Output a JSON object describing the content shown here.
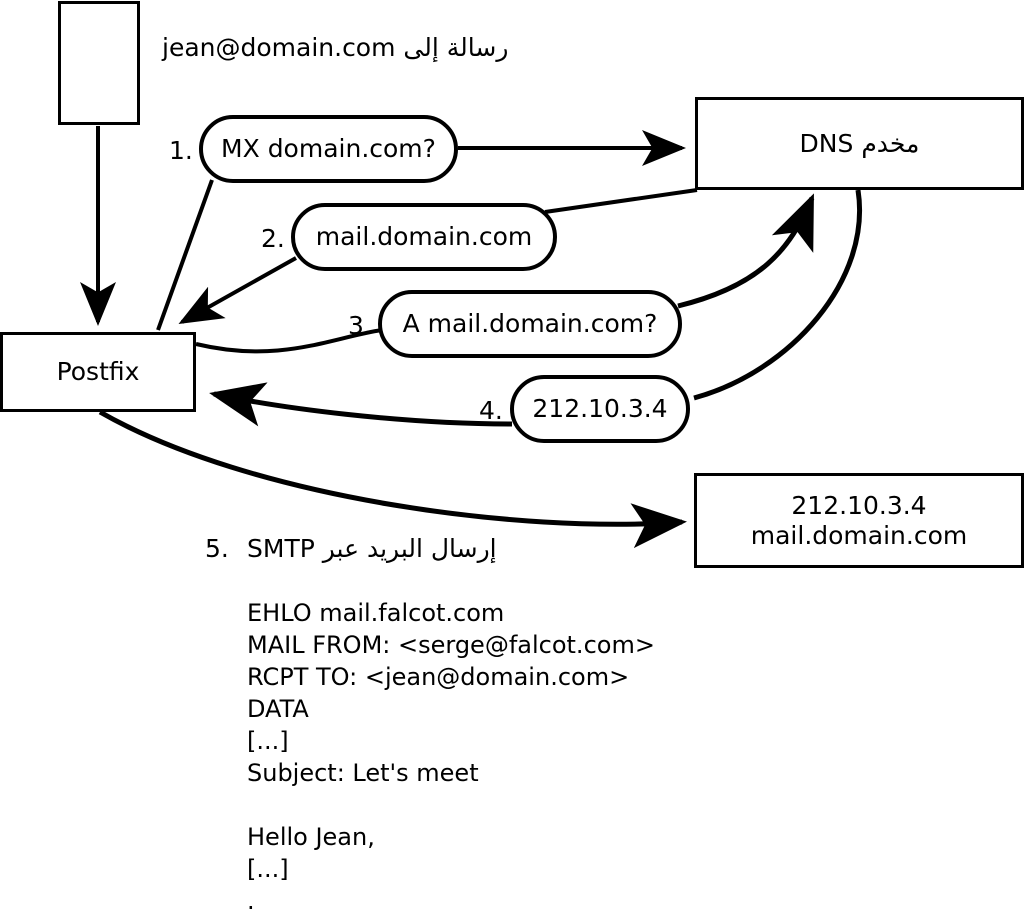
{
  "diagram": {
    "title_text": "رسالة إلى jean@domain.com",
    "nodes": {
      "client_box": {
        "label": ""
      },
      "postfix_box": {
        "label": "Postfix"
      },
      "dns_box": {
        "label": "مخدم DNS"
      },
      "target_box": {
        "line1": "212.10.3.4",
        "line2": "mail.domain.com"
      }
    },
    "steps": [
      {
        "number": "1.",
        "text": "MX domain.com?"
      },
      {
        "number": "2.",
        "text": "mail.domain.com"
      },
      {
        "number": "3.",
        "text": "A mail.domain.com?"
      },
      {
        "number": "4.",
        "text": "212.10.3.4"
      }
    ],
    "step5": {
      "number": "5.",
      "text": "إرسال البريد عبر SMTP"
    },
    "smtp_transcript": [
      "EHLO mail.falcot.com",
      "MAIL FROM: <serge@falcot.com>",
      "RCPT TO: <jean@domain.com>",
      "DATA",
      "[...]",
      "Subject: Let's meet",
      "",
      "Hello Jean,",
      "[...]",
      "."
    ],
    "colors": {
      "stroke": "#000000",
      "background": "#ffffff",
      "text": "#000000"
    }
  }
}
